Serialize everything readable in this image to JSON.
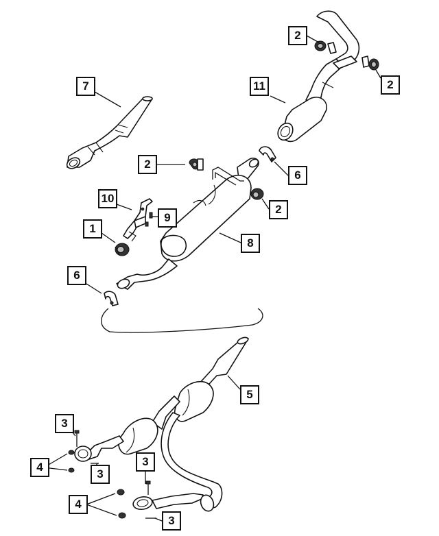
{
  "callouts": [
    {
      "id": "c1",
      "label": "1"
    },
    {
      "id": "c2a",
      "label": "2"
    },
    {
      "id": "c2b",
      "label": "2"
    },
    {
      "id": "c2c",
      "label": "2"
    },
    {
      "id": "c2d",
      "label": "2"
    },
    {
      "id": "c3a",
      "label": "3"
    },
    {
      "id": "c3b",
      "label": "3"
    },
    {
      "id": "c3c",
      "label": "3"
    },
    {
      "id": "c3d",
      "label": "3"
    },
    {
      "id": "c4a",
      "label": "4"
    },
    {
      "id": "c4b",
      "label": "4"
    },
    {
      "id": "c5",
      "label": "5"
    },
    {
      "id": "c6a",
      "label": "6"
    },
    {
      "id": "c6b",
      "label": "6"
    },
    {
      "id": "c7",
      "label": "7"
    },
    {
      "id": "c8",
      "label": "8"
    },
    {
      "id": "c9",
      "label": "9"
    },
    {
      "id": "c10",
      "label": "10"
    },
    {
      "id": "c11",
      "label": "11"
    }
  ]
}
